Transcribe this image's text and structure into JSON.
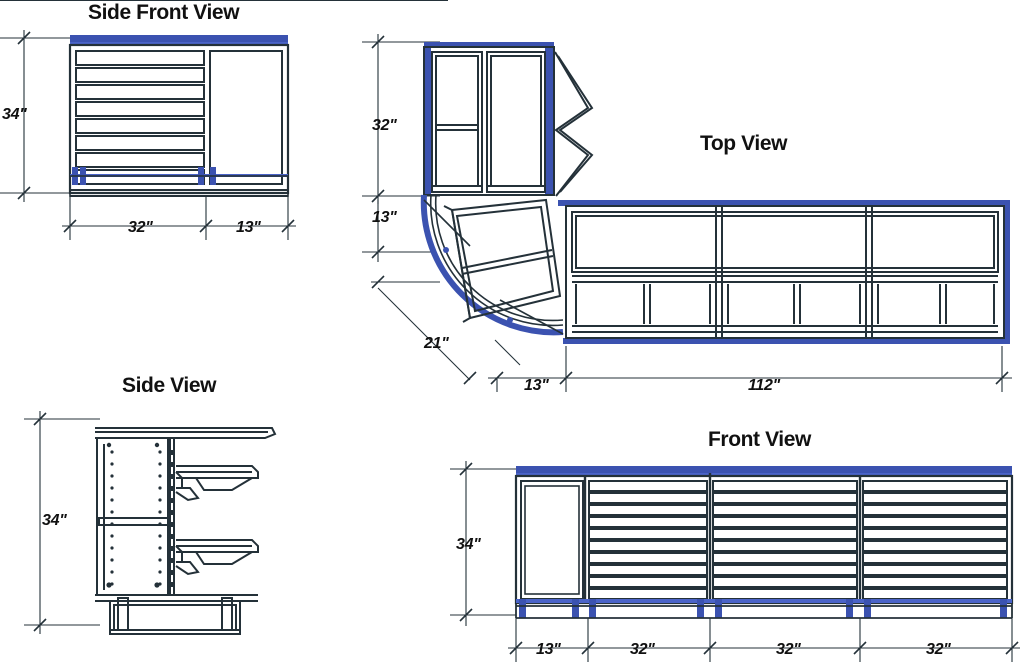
{
  "drawing": {
    "type": "technical-drawing",
    "subject": "L-shaped modular workbench / tool cabinet system",
    "units": "inches",
    "colors": {
      "line": "#243139",
      "accent": "#3b52b0",
      "accent_light": "#4a63c8",
      "text": "#111111",
      "background": "#ffffff"
    }
  },
  "views": {
    "side_front": {
      "title": "Side Front View",
      "dimensions": {
        "height": "34\"",
        "width_main": "32\"",
        "width_side": "13\""
      },
      "drawer_count": 8
    },
    "top": {
      "title": "Top View",
      "dimensions": {
        "leg_depth": "32\"",
        "corner_offset": "13\"",
        "corner_diagonal": "21\"",
        "run_offset": "13\"",
        "run_length": "112\""
      }
    },
    "side": {
      "title": "Side View",
      "dimensions": {
        "height": "34\""
      }
    },
    "front": {
      "title": "Front View",
      "dimensions": {
        "height": "34\"",
        "bay_1": "13\"",
        "bay_2": "32\"",
        "bay_3": "32\"",
        "bay_4": "32\""
      },
      "drawer_count": 10
    }
  },
  "labels": {
    "side_front_title": "Side Front View",
    "top_title": "Top View",
    "side_title": "Side View",
    "front_title": "Front View",
    "sf_h": "34\"",
    "sf_w1": "32\"",
    "sf_w2": "13\"",
    "tv_32": "32\"",
    "tv_13a": "13\"",
    "tv_21": "21\"",
    "tv_13b": "13\"",
    "tv_112": "112\"",
    "sv_h": "34\"",
    "fv_h": "34\"",
    "fv_b1": "13\"",
    "fv_b2": "32\"",
    "fv_b3": "32\"",
    "fv_b4": "32\""
  }
}
